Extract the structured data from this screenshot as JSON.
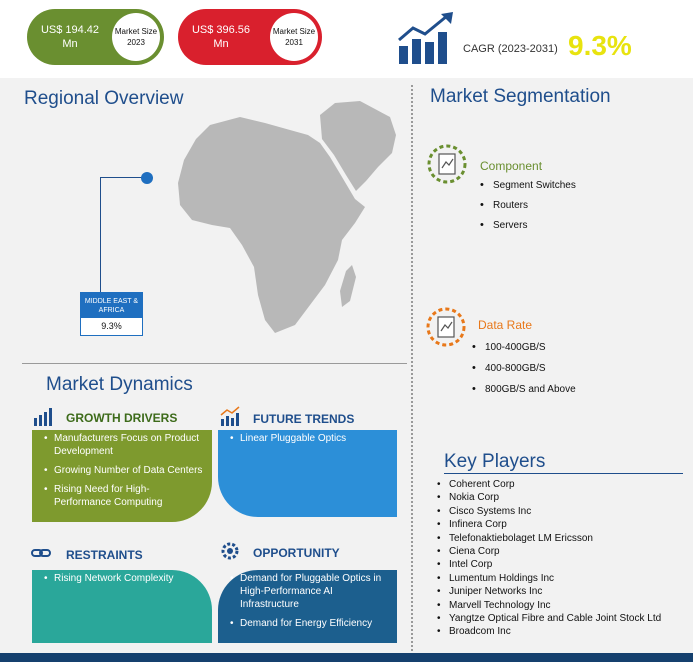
{
  "header": {
    "size_2023_value": "US$ 194.42 Mn",
    "size_2023_label": "Market Size 2023",
    "size_2031_value": "US$ 396.56 Mn",
    "size_2031_label": "Market Size 2031",
    "cagr_label": "CAGR (2023-2031)",
    "cagr_value": "9.3%",
    "colors": {
      "green": "#6a8f30",
      "red": "#d9202d",
      "yellow": "#e8e30f",
      "navy": "#1f4e8c"
    }
  },
  "regional": {
    "title": "Regional Overview",
    "region_name": "MIDDLE EAST & AFRICA",
    "region_value": "9.3%"
  },
  "segmentation": {
    "title": "Market Segmentation",
    "component": {
      "heading": "Component",
      "items": [
        "Segment Switches",
        "Routers",
        "Servers"
      ]
    },
    "data_rate": {
      "heading": "Data Rate",
      "items": [
        "100-400GB/S",
        "400-800GB/S",
        "800GB/S and Above"
      ]
    }
  },
  "dynamics": {
    "title": "Market Dynamics",
    "growth_drivers": {
      "heading": "GROWTH DRIVERS",
      "items": [
        "Manufacturers Focus on Product Development",
        "Growing Number of Data Centers",
        "Rising Need for High-Performance Computing"
      ]
    },
    "future_trends": {
      "heading": "FUTURE TRENDS",
      "items": [
        "Linear Pluggable Optics"
      ]
    },
    "restraints": {
      "heading": "RESTRAINTS",
      "items": [
        "Rising Network Complexity"
      ]
    },
    "opportunity": {
      "heading": "OPPORTUNITY",
      "items": [
        "Demand for Pluggable Optics in High-Performance AI Infrastructure",
        "Demand for Energy Efficiency"
      ]
    }
  },
  "key_players": {
    "title": "Key Players",
    "items": [
      "Coherent Corp",
      "Nokia Corp",
      "Cisco Systems Inc",
      "Infinera Corp",
      "Telefonaktiebolaget LM Ericsson",
      "Ciena Corp",
      "Intel Corp",
      "Lumentum Holdings Inc",
      "Juniper Networks Inc",
      "Marvell Technology Inc",
      "Yangtze Optical Fibre and Cable Joint Stock Ltd",
      "Broadcom Inc"
    ]
  }
}
